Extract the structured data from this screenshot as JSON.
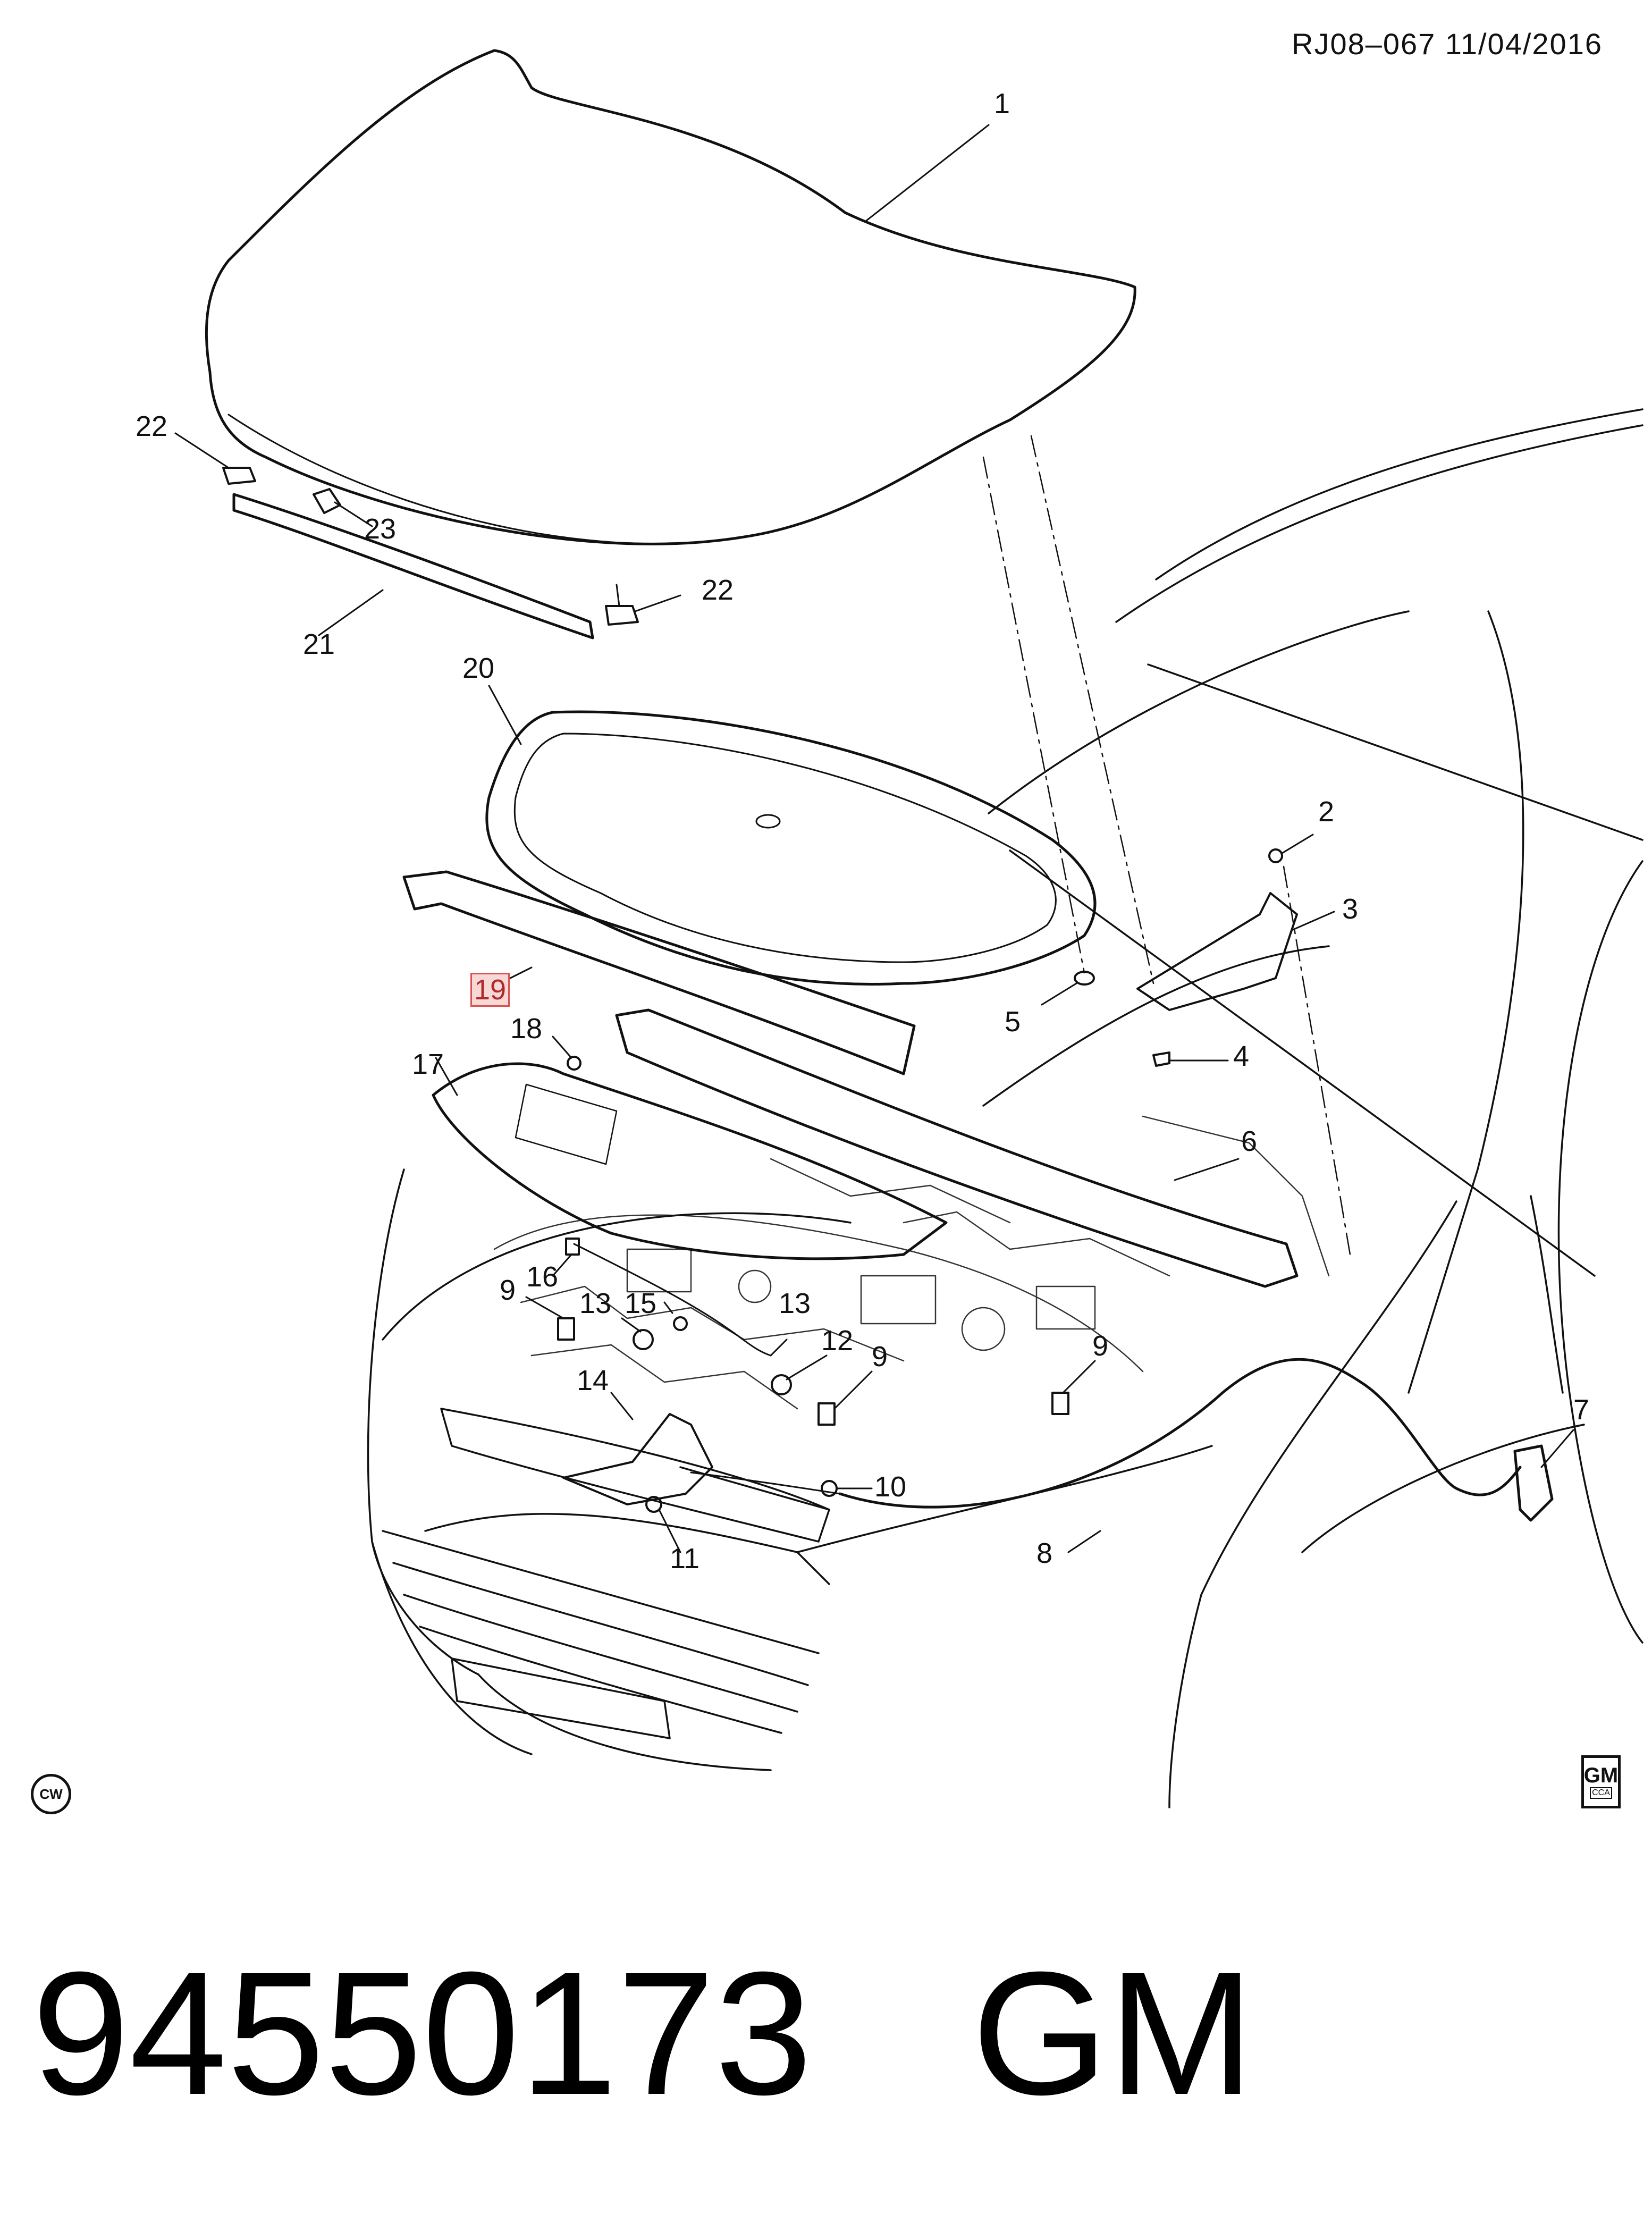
{
  "header": {
    "reference": "RJ08–067  11/04/2016"
  },
  "callouts": [
    {
      "id": "1",
      "label": "1"
    },
    {
      "id": "2",
      "label": "2"
    },
    {
      "id": "3",
      "label": "3"
    },
    {
      "id": "4",
      "label": "4"
    },
    {
      "id": "5",
      "label": "5"
    },
    {
      "id": "6",
      "label": "6"
    },
    {
      "id": "7",
      "label": "7"
    },
    {
      "id": "8",
      "label": "8"
    },
    {
      "id": "9a",
      "label": "9"
    },
    {
      "id": "9b",
      "label": "9"
    },
    {
      "id": "9c",
      "label": "9"
    },
    {
      "id": "10",
      "label": "10"
    },
    {
      "id": "11",
      "label": "11"
    },
    {
      "id": "12",
      "label": "12"
    },
    {
      "id": "13a",
      "label": "13"
    },
    {
      "id": "13b",
      "label": "13"
    },
    {
      "id": "14",
      "label": "14"
    },
    {
      "id": "15",
      "label": "15"
    },
    {
      "id": "16",
      "label": "16"
    },
    {
      "id": "17",
      "label": "17"
    },
    {
      "id": "18",
      "label": "18"
    },
    {
      "id": "19",
      "label": "19",
      "highlighted": true
    },
    {
      "id": "20",
      "label": "20"
    },
    {
      "id": "21",
      "label": "21"
    },
    {
      "id": "22a",
      "label": "22"
    },
    {
      "id": "22b",
      "label": "22"
    },
    {
      "id": "23",
      "label": "23"
    }
  ],
  "badges": {
    "cw": "CW",
    "gm": "GM",
    "gm_sub": "CCA"
  },
  "caption": {
    "part_number": "94550173",
    "brand": "GM"
  },
  "colors": {
    "line": "#111111",
    "highlight": "#d9534f"
  }
}
